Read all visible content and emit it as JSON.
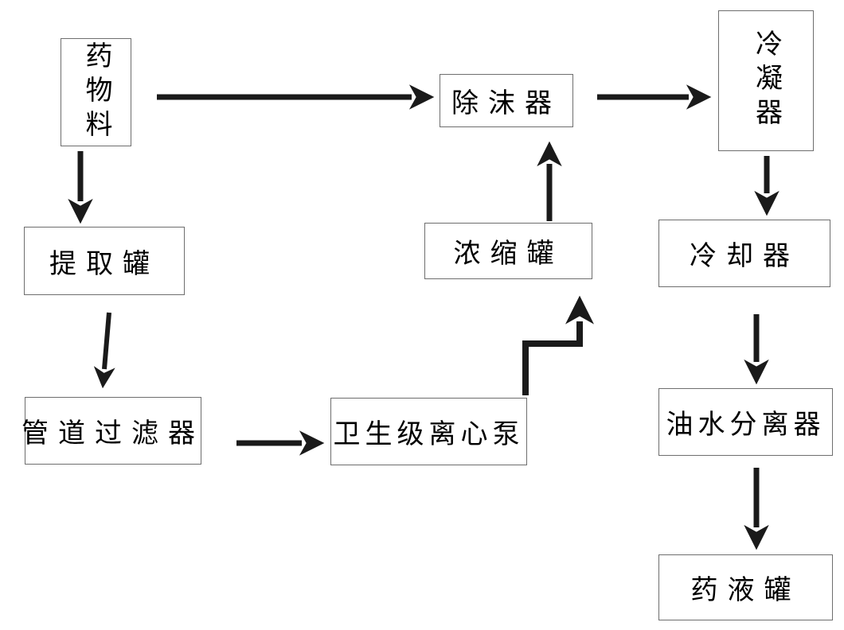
{
  "diagram": {
    "title": "medicine-extraction-process-flowchart",
    "nodes": [
      {
        "id": "drug-material",
        "label": "药物料",
        "orientation": "vertical"
      },
      {
        "id": "extraction-tank",
        "label": "提取罐",
        "orientation": "horizontal"
      },
      {
        "id": "pipeline-filter",
        "label": "管道过滤器",
        "orientation": "horizontal"
      },
      {
        "id": "sanitary-pump",
        "label": "卫生级离心泵",
        "orientation": "horizontal"
      },
      {
        "id": "concentration-tank",
        "label": "浓缩罐",
        "orientation": "horizontal"
      },
      {
        "id": "demister",
        "label": "除沫器",
        "orientation": "horizontal"
      },
      {
        "id": "condenser",
        "label": "冷凝器",
        "orientation": "vertical"
      },
      {
        "id": "cooler",
        "label": "冷却器",
        "orientation": "horizontal"
      },
      {
        "id": "oil-water-separator",
        "label": "油水分离器",
        "orientation": "horizontal"
      },
      {
        "id": "medicine-liquid-tank",
        "label": "药液罐",
        "orientation": "horizontal"
      }
    ],
    "edges": [
      {
        "from": "drug-material",
        "to": "demister",
        "shape": "straight-right"
      },
      {
        "from": "demister",
        "to": "condenser",
        "shape": "straight-right"
      },
      {
        "from": "drug-material",
        "to": "extraction-tank",
        "shape": "straight-down"
      },
      {
        "from": "extraction-tank",
        "to": "pipeline-filter",
        "shape": "straight-down"
      },
      {
        "from": "pipeline-filter",
        "to": "sanitary-pump",
        "shape": "straight-right"
      },
      {
        "from": "sanitary-pump",
        "to": "concentration-tank",
        "shape": "step-up-right-up"
      },
      {
        "from": "concentration-tank",
        "to": "demister",
        "shape": "straight-up"
      },
      {
        "from": "condenser",
        "to": "cooler",
        "shape": "straight-down"
      },
      {
        "from": "cooler",
        "to": "oil-water-separator",
        "shape": "straight-down"
      },
      {
        "from": "oil-water-separator",
        "to": "medicine-liquid-tank",
        "shape": "straight-down"
      }
    ],
    "colors": {
      "background": "#ffffff",
      "box_border": "#6e6e6e",
      "box_fill": "#ffffff",
      "arrow": "#1a1a1a",
      "text": "#000000"
    }
  }
}
